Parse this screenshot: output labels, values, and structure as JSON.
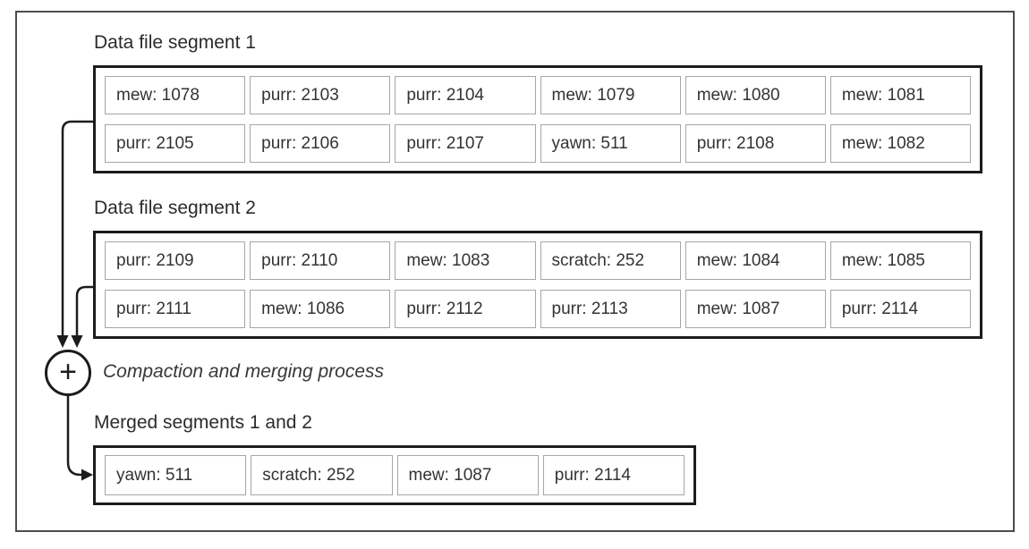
{
  "figure": {
    "colors": {
      "frame_border": "#4d4d4d",
      "box_border": "#1c1c1c",
      "cell_border": "#a6a6a6",
      "text": "#333333"
    },
    "segments": [
      {
        "title": "Data file segment 1",
        "rows": [
          [
            "mew: 1078",
            "purr: 2103",
            "purr: 2104",
            "mew: 1079",
            "mew: 1080",
            "mew: 1081"
          ],
          [
            "purr: 2105",
            "purr: 2106",
            "purr: 2107",
            "yawn: 511",
            "purr: 2108",
            "mew: 1082"
          ]
        ]
      },
      {
        "title": "Data file segment 2",
        "rows": [
          [
            "purr: 2109",
            "purr: 2110",
            "mew: 1083",
            "scratch: 252",
            "mew: 1084",
            "mew: 1085"
          ],
          [
            "purr: 2111",
            "mew: 1086",
            "purr: 2112",
            "purr: 2113",
            "mew: 1087",
            "purr: 2114"
          ]
        ]
      }
    ],
    "merge_operator": "+",
    "process_label": "Compaction and merging process",
    "merged_segment": {
      "title": "Merged segments 1 and 2",
      "rows": [
        [
          "yawn: 511",
          "scratch: 252",
          "mew: 1087",
          "purr: 2114"
        ]
      ]
    }
  }
}
